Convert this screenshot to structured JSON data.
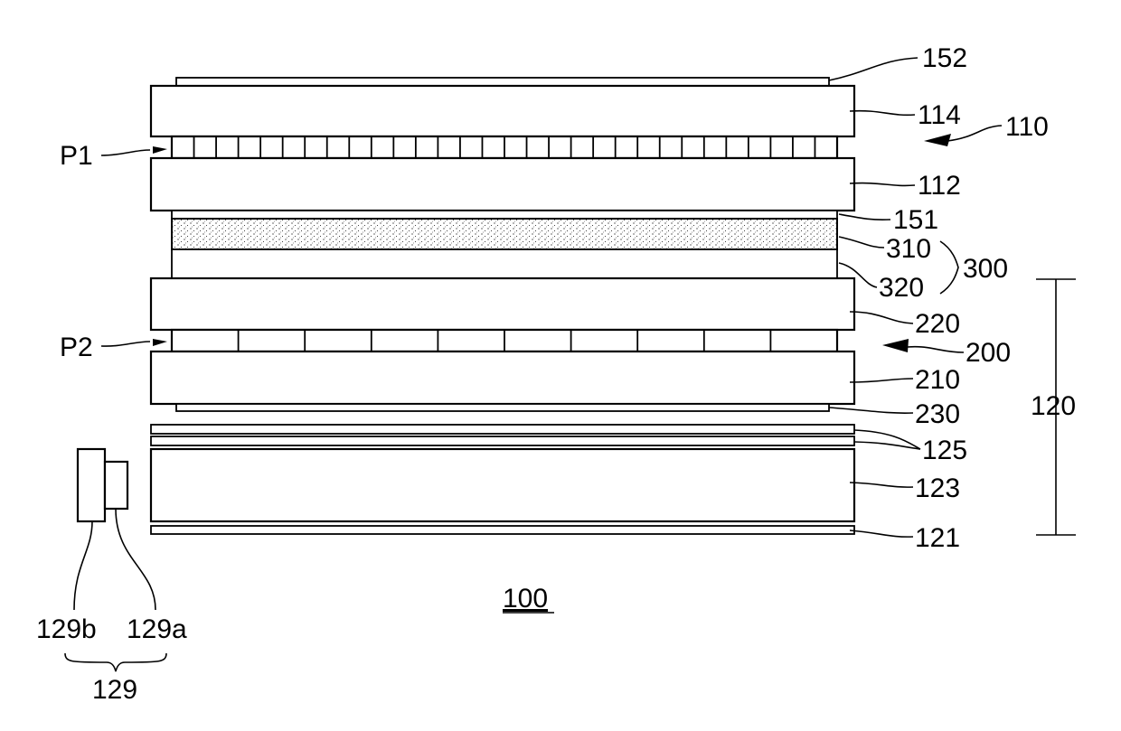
{
  "figure": {
    "reference_numeral": "100",
    "labels": {
      "l152": "152",
      "l114": "114",
      "l110": "110",
      "lP1": "P1",
      "l112": "112",
      "l151": "151",
      "l310": "310",
      "l300": "300",
      "l320": "320",
      "l220": "220",
      "lP2": "P2",
      "l200": "200",
      "l210": "210",
      "l230": "230",
      "l120": "120",
      "l125": "125",
      "l123": "123",
      "l121": "121",
      "l129b": "129b",
      "l129a": "129a",
      "l129": "129"
    }
  }
}
